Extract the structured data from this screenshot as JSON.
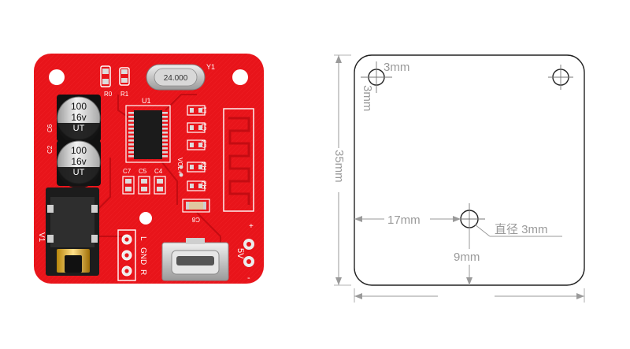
{
  "board": {
    "crystal_label": "24.000",
    "labels": {
      "y1": "Y1",
      "u1": "U1",
      "r1": "R1",
      "r0": "R0",
      "l1": "L1",
      "c1": "C1",
      "c3": "C3",
      "r3": "R3",
      "r2": "R2",
      "c7": "C7",
      "c5": "C5",
      "c4": "C4",
      "c6": "C6",
      "c2": "C2",
      "c8": "C8",
      "v1": "V1",
      "vol": "VOL+",
      "l": "L",
      "gnd": "GND",
      "r": "R",
      "five_v": "5V",
      "plus": "+",
      "minus": "-"
    },
    "cap1": [
      "100",
      "16v",
      "UT"
    ],
    "cap2": [
      "100",
      "16v",
      "UT"
    ],
    "colors": {
      "pcb": "#e8141a",
      "silkscreen": "#ffffff",
      "metal": "#d0d0d0"
    }
  },
  "dimensions": {
    "hole_offset_x": "3mm",
    "hole_offset_y": "3mm",
    "height": "35mm",
    "center_x": "17mm",
    "center_y": "9mm",
    "diameter": "直径 3mm"
  }
}
